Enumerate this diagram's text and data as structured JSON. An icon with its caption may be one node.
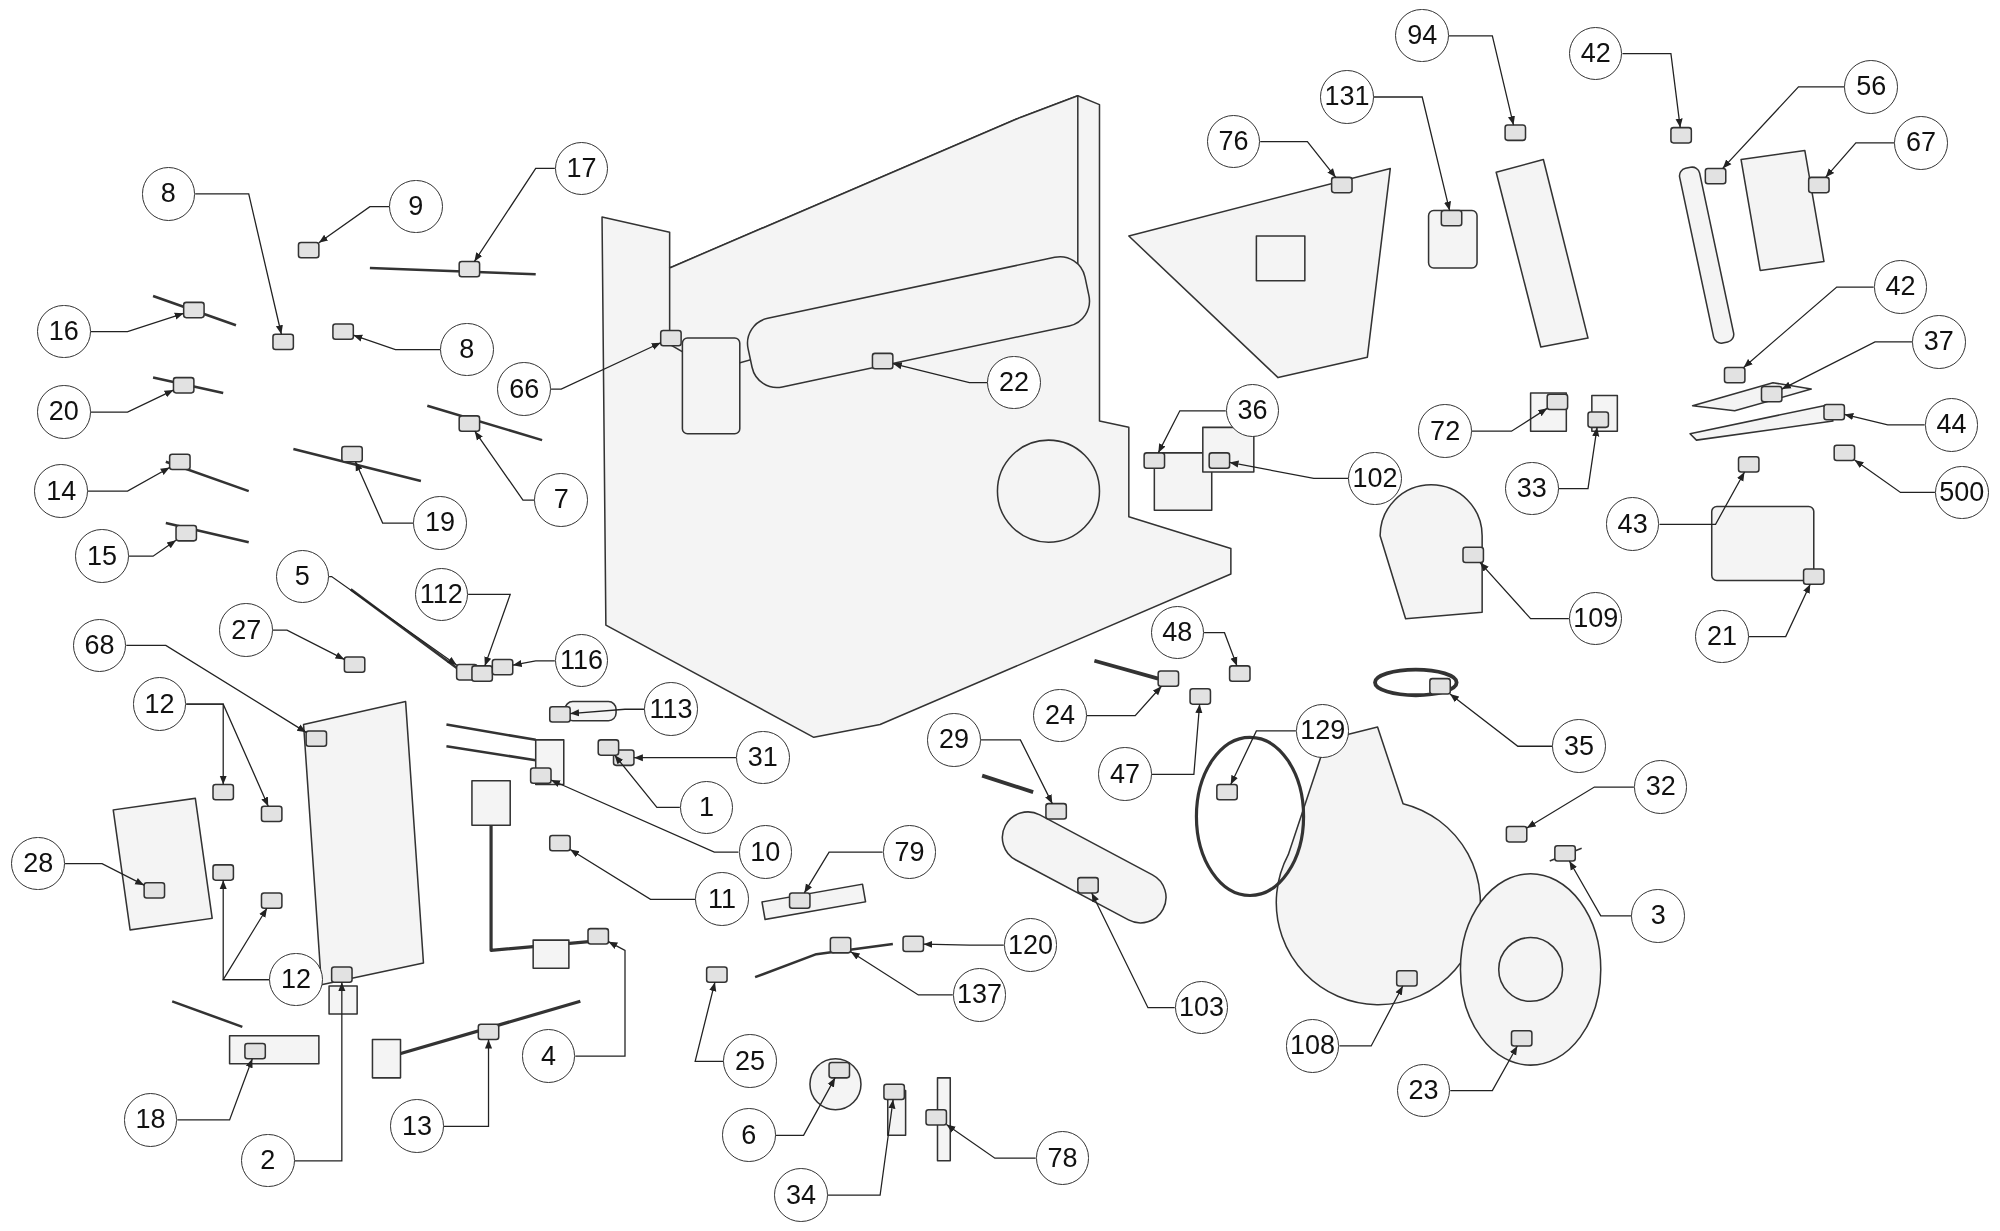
{
  "diagram": {
    "nodes": [
      {
        "text": [
          "94"
        ]
      },
      {
        "text": [
          "42"
        ]
      },
      {
        "text": [
          "56"
        ]
      },
      {
        "text": [
          "131"
        ]
      },
      {
        "text": [
          "76"
        ]
      },
      {
        "text": [
          "67"
        ]
      },
      {
        "text": [
          "17"
        ]
      },
      {
        "text": [
          "8"
        ]
      },
      {
        "text": [
          "9"
        ]
      },
      {
        "text": [
          "42"
        ]
      },
      {
        "text": [
          "16"
        ]
      },
      {
        "text": [
          "37"
        ]
      },
      {
        "text": [
          "8"
        ]
      },
      {
        "text": [
          "22"
        ]
      },
      {
        "text": [
          "66"
        ]
      },
      {
        "text": [
          "36"
        ]
      },
      {
        "text": [
          "20"
        ]
      },
      {
        "text": [
          "44"
        ]
      },
      {
        "text": [
          "72"
        ]
      },
      {
        "text": [
          "102"
        ]
      },
      {
        "text": [
          "33"
        ]
      },
      {
        "text": [
          "14"
        ]
      },
      {
        "text": [
          "500"
        ]
      },
      {
        "text": [
          "7"
        ]
      },
      {
        "text": [
          "19"
        ]
      },
      {
        "text": [
          "43"
        ]
      },
      {
        "text": [
          "15"
        ]
      },
      {
        "text": [
          "5"
        ]
      },
      {
        "text": [
          "112"
        ]
      },
      {
        "text": [
          "109"
        ]
      },
      {
        "text": [
          "27"
        ]
      },
      {
        "text": [
          "48"
        ]
      },
      {
        "text": [
          "21"
        ]
      },
      {
        "text": [
          "68"
        ]
      },
      {
        "text": [
          "116"
        ]
      },
      {
        "text": [
          "12"
        ]
      },
      {
        "text": [
          "113"
        ]
      },
      {
        "text": [
          "24"
        ]
      },
      {
        "text": [
          "129"
        ]
      },
      {
        "text": [
          "29"
        ]
      },
      {
        "text": [
          "35"
        ]
      },
      {
        "text": [
          "31"
        ]
      },
      {
        "text": [
          "47"
        ]
      },
      {
        "text": [
          "32"
        ]
      },
      {
        "text": [
          "1"
        ]
      },
      {
        "text": [
          "10"
        ]
      },
      {
        "text": [
          "79"
        ]
      },
      {
        "text": [
          "28"
        ]
      },
      {
        "text": [
          "11"
        ]
      },
      {
        "text": [
          "3"
        ]
      },
      {
        "text": [
          "120"
        ]
      },
      {
        "text": [
          "12"
        ]
      },
      {
        "text": [
          "137"
        ]
      },
      {
        "text": [
          "103"
        ]
      },
      {
        "text": [
          "108"
        ]
      },
      {
        "text": [
          "4"
        ]
      },
      {
        "text": [
          "25"
        ]
      },
      {
        "text": [
          "23"
        ]
      },
      {
        "text": [
          "13"
        ]
      },
      {
        "text": [
          "18"
        ]
      },
      {
        "text": [
          "6"
        ]
      },
      {
        "text": [
          "78"
        ]
      },
      {
        "text": [
          "2"
        ]
      },
      {
        "text": [
          "34"
        ]
      },
      {
        "text": [],
        "shape": "box"
      },
      {
        "text": [],
        "shape": "box"
      },
      {
        "text": [],
        "shape": "box"
      },
      {
        "text": [],
        "shape": "box"
      },
      {
        "text": [],
        "shape": "box"
      },
      {
        "text": [],
        "shape": "box"
      },
      {
        "text": [],
        "shape": "box"
      },
      {
        "text": [],
        "shape": "box"
      },
      {
        "text": [],
        "shape": "box"
      },
      {
        "text": [],
        "shape": "box"
      },
      {
        "text": [],
        "shape": "box"
      },
      {
        "text": [],
        "shape": "box"
      },
      {
        "text": [],
        "shape": "box"
      },
      {
        "text": [],
        "shape": "box"
      },
      {
        "text": [],
        "shape": "box"
      },
      {
        "text": [],
        "shape": "box"
      },
      {
        "text": [],
        "shape": "box"
      },
      {
        "text": [],
        "shape": "box"
      },
      {
        "text": [],
        "shape": "box"
      },
      {
        "text": [],
        "shape": "box"
      },
      {
        "text": [],
        "shape": "box"
      },
      {
        "text": [],
        "shape": "box"
      },
      {
        "text": [],
        "shape": "box"
      },
      {
        "text": [],
        "shape": "box"
      },
      {
        "text": [],
        "shape": "box"
      },
      {
        "text": [],
        "shape": "box"
      },
      {
        "text": [],
        "shape": "box"
      },
      {
        "text": [],
        "shape": "box"
      },
      {
        "text": [],
        "shape": "box"
      },
      {
        "text": [],
        "shape": "box"
      },
      {
        "text": [],
        "shape": "box"
      },
      {
        "text": [],
        "shape": "box"
      },
      {
        "text": [],
        "shape": "box"
      },
      {
        "text": [],
        "shape": "box"
      },
      {
        "text": [],
        "shape": "box"
      },
      {
        "text": [],
        "shape": "box"
      },
      {
        "text": [],
        "shape": "box"
      },
      {
        "text": [],
        "shape": "box"
      },
      {
        "text": [],
        "shape": "box"
      },
      {
        "text": [],
        "shape": "box"
      },
      {
        "text": [],
        "shape": "box"
      },
      {
        "text": [],
        "shape": "box"
      },
      {
        "text": [],
        "shape": "box"
      },
      {
        "text": [],
        "shape": "box"
      },
      {
        "text": [],
        "shape": "box"
      },
      {
        "text": [],
        "shape": "box"
      },
      {
        "text": [],
        "shape": "box"
      },
      {
        "text": [],
        "shape": "box"
      },
      {
        "text": [],
        "shape": "box"
      },
      {
        "text": [],
        "shape": "box"
      },
      {
        "text": [],
        "shape": "box"
      },
      {
        "text": [],
        "shape": "box"
      },
      {
        "text": [],
        "shape": "box"
      },
      {
        "text": [],
        "shape": "box"
      },
      {
        "text": [],
        "shape": "box"
      },
      {
        "text": [],
        "shape": "box"
      },
      {
        "text": [],
        "shape": "box"
      },
      {
        "text": [],
        "shape": "box"
      },
      {
        "text": [],
        "shape": "box"
      },
      {
        "text": [],
        "shape": "box"
      },
      {
        "text": [],
        "shape": "box"
      },
      {
        "text": [],
        "shape": "box"
      },
      {
        "text": [],
        "shape": "box"
      },
      {
        "text": [],
        "shape": "box"
      },
      {
        "text": [],
        "shape": "box"
      },
      {
        "text": [],
        "shape": "box"
      }
    ],
    "edges": [
      {
        "from": 0,
        "to": 64,
        "arrow": "to"
      },
      {
        "from": 1,
        "to": 65,
        "arrow": "to"
      },
      {
        "from": 2,
        "to": 66,
        "arrow": "to"
      },
      {
        "from": 3,
        "to": 67,
        "arrow": "to"
      },
      {
        "from": 4,
        "to": 68,
        "arrow": "to"
      },
      {
        "from": 5,
        "to": 69,
        "arrow": "to"
      },
      {
        "from": 6,
        "to": 70,
        "arrow": "to"
      },
      {
        "from": 7,
        "to": 71,
        "arrow": "to"
      },
      {
        "from": 8,
        "to": 72,
        "arrow": "to"
      },
      {
        "from": 9,
        "to": 73,
        "arrow": "to"
      },
      {
        "from": 10,
        "to": 74,
        "arrow": "to"
      },
      {
        "from": 11,
        "to": 75,
        "arrow": "to"
      },
      {
        "from": 12,
        "to": 76,
        "arrow": "to"
      },
      {
        "from": 13,
        "to": 77,
        "arrow": "to"
      },
      {
        "from": 14,
        "to": 78,
        "arrow": "to"
      },
      {
        "from": 15,
        "to": 79,
        "arrow": "to"
      },
      {
        "from": 16,
        "to": 80,
        "arrow": "to"
      },
      {
        "from": 17,
        "to": 81,
        "arrow": "to"
      },
      {
        "from": 18,
        "to": 82,
        "arrow": "to"
      },
      {
        "from": 19,
        "to": 83,
        "arrow": "to"
      },
      {
        "from": 20,
        "to": 84,
        "arrow": "to"
      },
      {
        "from": 21,
        "to": 85,
        "arrow": "to"
      },
      {
        "from": 22,
        "to": 86,
        "arrow": "to"
      },
      {
        "from": 23,
        "to": 87,
        "arrow": "to"
      },
      {
        "from": 24,
        "to": 88,
        "arrow": "to"
      },
      {
        "from": 25,
        "to": 89,
        "arrow": "to"
      },
      {
        "from": 26,
        "to": 90,
        "arrow": "to"
      },
      {
        "from": 27,
        "to": 91,
        "arrow": "to"
      },
      {
        "from": 28,
        "to": 92,
        "arrow": "to"
      },
      {
        "from": 29,
        "to": 93,
        "arrow": "to"
      },
      {
        "from": 30,
        "to": 94,
        "arrow": "to"
      },
      {
        "from": 31,
        "to": 95,
        "arrow": "to"
      },
      {
        "from": 32,
        "to": 96,
        "arrow": "to"
      },
      {
        "from": 33,
        "to": 97,
        "arrow": "to"
      },
      {
        "from": 34,
        "to": 98,
        "arrow": "to"
      },
      {
        "from": 35,
        "to": 99,
        "arrow": "to"
      },
      {
        "from": 35,
        "to": 100,
        "arrow": "to"
      },
      {
        "from": 36,
        "to": 101,
        "arrow": "to"
      },
      {
        "from": 37,
        "to": 102,
        "arrow": "to"
      },
      {
        "from": 38,
        "to": 103,
        "arrow": "to"
      },
      {
        "from": 39,
        "to": 104,
        "arrow": "to"
      },
      {
        "from": 40,
        "to": 105,
        "arrow": "to"
      },
      {
        "from": 41,
        "to": 106,
        "arrow": "to"
      },
      {
        "from": 42,
        "to": 107,
        "arrow": "to"
      },
      {
        "from": 43,
        "to": 108,
        "arrow": "to"
      },
      {
        "from": 44,
        "to": 109,
        "arrow": "to"
      },
      {
        "from": 45,
        "to": 110,
        "arrow": "to"
      },
      {
        "from": 46,
        "to": 111,
        "arrow": "to"
      },
      {
        "from": 47,
        "to": 112,
        "arrow": "to"
      },
      {
        "from": 48,
        "to": 113,
        "arrow": "to"
      },
      {
        "from": 49,
        "to": 114,
        "arrow": "to"
      },
      {
        "from": 50,
        "to": 115,
        "arrow": "to"
      },
      {
        "from": 51,
        "to": 116,
        "arrow": "to"
      },
      {
        "from": 51,
        "to": 117,
        "arrow": "to"
      },
      {
        "from": 52,
        "to": 118,
        "arrow": "to"
      },
      {
        "from": 53,
        "to": 119,
        "arrow": "to"
      },
      {
        "from": 54,
        "to": 120,
        "arrow": "to"
      },
      {
        "from": 55,
        "to": 121,
        "arrow": "to"
      },
      {
        "from": 56,
        "to": 122,
        "arrow": "to"
      },
      {
        "from": 57,
        "to": 123,
        "arrow": "to"
      },
      {
        "from": 58,
        "to": 124,
        "arrow": "to"
      },
      {
        "from": 59,
        "to": 125,
        "arrow": "to"
      },
      {
        "from": 60,
        "to": 126,
        "arrow": "to"
      },
      {
        "from": 61,
        "to": 127,
        "arrow": "to"
      },
      {
        "from": 62,
        "to": 128,
        "arrow": "to"
      },
      {
        "from": 63,
        "to": 129,
        "arrow": "to"
      }
    ]
  }
}
